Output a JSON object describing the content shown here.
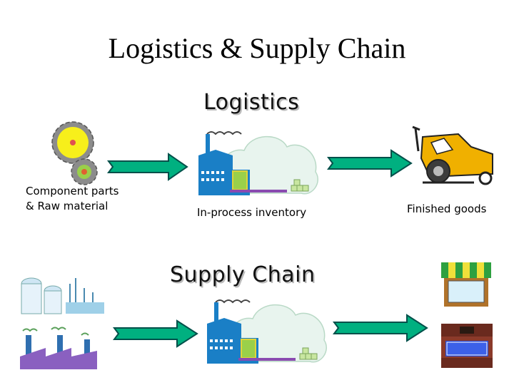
{
  "slide_title": "Logistics & Supply Chain",
  "logistics_heading": "Logistics",
  "supply_chain_heading": "Supply Chain",
  "labels": {
    "component_line1": "Component parts",
    "component_line2": "& Raw material",
    "in_process": "In-process inventory",
    "finished": "Finished goods"
  },
  "colors": {
    "arrow_fill": "#00b080",
    "arrow_stroke": "#00504a",
    "factory_blue": "#1a7fc6",
    "cloud": "#e8f4ee",
    "gear": "#8c8c8c",
    "truck": "#f0b000"
  },
  "icons": [
    "gear-icon",
    "factory-icon",
    "forklift-icon",
    "refinery-icon",
    "industrial-plant-icon",
    "shop-icon",
    "storefront-icon",
    "arrow-icon"
  ]
}
